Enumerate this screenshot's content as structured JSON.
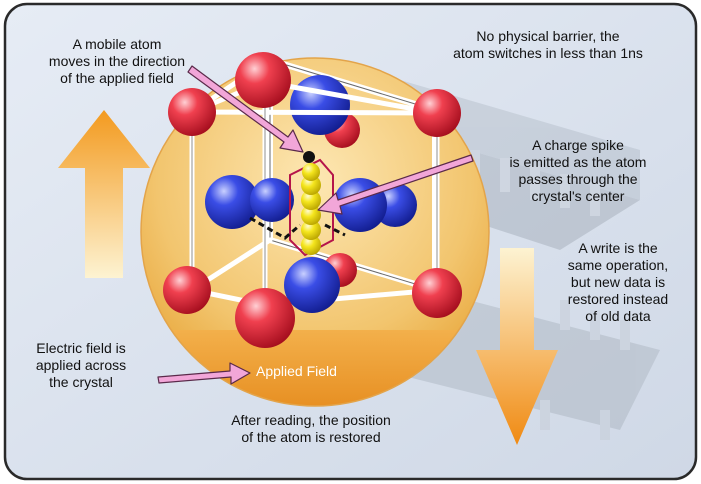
{
  "labels": {
    "mobile_atom": [
      "A mobile atom",
      "moves in the direction",
      "of the applied field"
    ],
    "no_barrier": [
      "No physical barrier, the",
      "atom switches in less than 1ns"
    ],
    "charge_spike": [
      "A charge spike",
      "is emitted as the atom",
      "passes through the",
      "crystal's center"
    ],
    "write_same": [
      "A write is the",
      "same operation,",
      "but new data is",
      "restored instead",
      "of old data"
    ],
    "electric_field": [
      "Electric field is",
      "applied across",
      "the crystal"
    ],
    "after_reading": [
      "After reading, the position",
      "of the atom is restored"
    ],
    "applied_field": "Applied Field"
  },
  "colors": {
    "panel_background": "#dde4ef",
    "panel_border": "#2a2a2a",
    "disc": "#f3c978",
    "disc_lower": "#f0a13a",
    "red_atom": "#e8253a",
    "blue_atom": "#2b3ed6",
    "yellow_atom": "#f2e21a",
    "arrow_orange": "#f39a1f",
    "pointer_pink": "#f2a6d8"
  }
}
